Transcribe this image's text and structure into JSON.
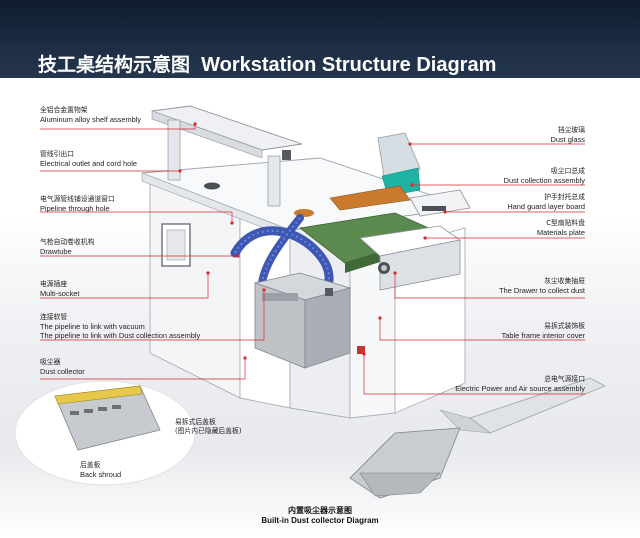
{
  "title": {
    "zh": "技工桌结构示意图",
    "en": "Workstation Structure Diagram"
  },
  "left_labels": [
    {
      "id": "aluminum-shelf",
      "zh": "全铝合金置物架",
      "en": "Aluminum alloy shelf assembly"
    },
    {
      "id": "electrical-outlet",
      "zh": "管线引出口",
      "en": "Electrical outlet and cord hole"
    },
    {
      "id": "pipeline-hole",
      "zh": "电气源管线铺设通道窗口",
      "en": "Pipeline through hole"
    },
    {
      "id": "drawtube",
      "zh": "气枪自动卷收机构",
      "en": "Drawtube"
    },
    {
      "id": "multi-socket",
      "zh": "电源插座",
      "en": "Multi-socket"
    },
    {
      "id": "pipeline-link",
      "zh": "连接软管",
      "en": "The pipeline to link with vacuum",
      "en2": "The pipeline to link with Dust collection assembly"
    },
    {
      "id": "dust-collector",
      "zh": "吸尘器",
      "en": "Dust collector"
    }
  ],
  "right_labels": [
    {
      "id": "dust-glass",
      "zh": "挡尘玻璃",
      "en": "Dust glass"
    },
    {
      "id": "dust-collection",
      "zh": "吸尘口总成",
      "en": "Dust collection assembly"
    },
    {
      "id": "hand-guard",
      "zh": "护手封托总成",
      "en": "Hand guard layer board"
    },
    {
      "id": "materials-plate",
      "zh": "C型扇贴料盘",
      "en": "Materials plate"
    },
    {
      "id": "drawer",
      "zh": "灰尘收集抽屉",
      "en": "The Drawer to collect dust"
    },
    {
      "id": "table-frame",
      "zh": "易拆式装饰板",
      "en": "Table frame interior cover"
    },
    {
      "id": "power-air",
      "zh": "总电气源接口",
      "en": "Electric Power and Air source assembly"
    }
  ],
  "rear_cover": {
    "zh": "易拆式后盖板",
    "zh2": "(图片内已隐藏后盖板)"
  },
  "back_shroud": {
    "zh": "后盖板",
    "en": "Back shroud"
  },
  "caption": {
    "zh": "内置吸尘器示意图",
    "en": "Built-in Dust collector Diagram"
  },
  "colors": {
    "header": "#1c2d44",
    "leader_line": "#d9262c",
    "hose": "#3d57b3",
    "plate": "#5a8a4e",
    "clamp": "#1fb3a4"
  }
}
